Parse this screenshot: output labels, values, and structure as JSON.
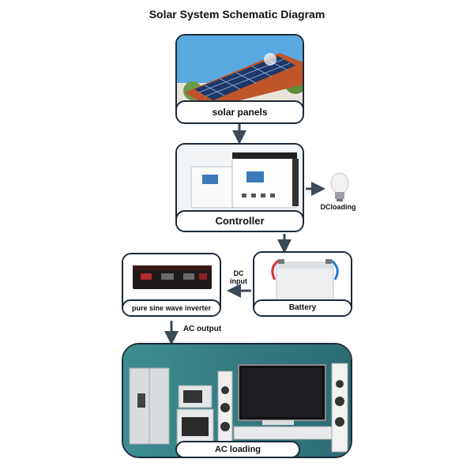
{
  "title": "Solar System Schematic Diagram",
  "nodes": {
    "solar_panels": "solar panels",
    "controller": "Controller",
    "dc_loading": "DCloading",
    "battery": "Battery",
    "inverter": "pure sine wave inverter",
    "ac_loading": "AC loading"
  },
  "edges": {
    "dc_input": "DC input",
    "ac_output": "AC output"
  },
  "colors": {
    "border": "#1b2a38",
    "arrow": "#3b4a58",
    "sky": "#5aa8e0",
    "roof": "#c0552a",
    "battery_terminal_red": "#d83030",
    "battery_terminal_blue": "#2a7ad8"
  }
}
